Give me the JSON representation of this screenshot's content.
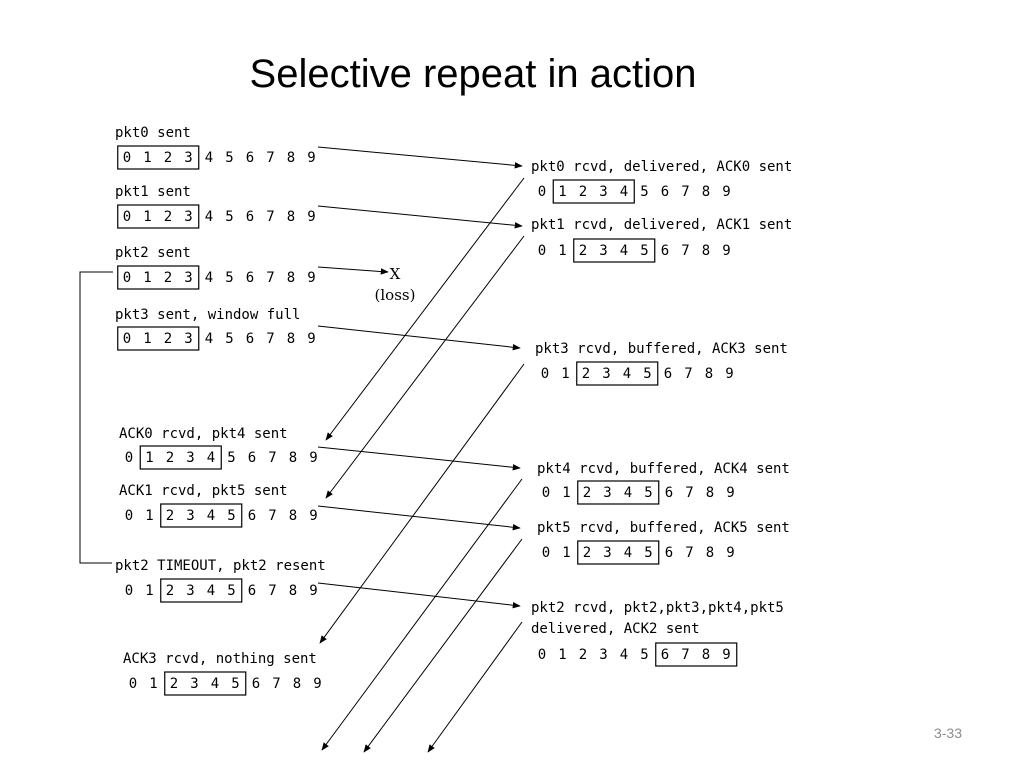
{
  "slide": {
    "title": "Selective repeat in action",
    "page_number": "3-33"
  },
  "sender": {
    "events": [
      {
        "label": "pkt0 sent",
        "window_start": 0
      },
      {
        "label": "pkt1 sent",
        "window_start": 0
      },
      {
        "label": "pkt2 sent",
        "window_start": 0
      },
      {
        "label": "pkt3 sent, window full",
        "window_start": 0
      },
      {
        "label": "ACK0 rcvd, pkt4 sent",
        "window_start": 1
      },
      {
        "label": "ACK1 rcvd, pkt5 sent",
        "window_start": 2
      },
      {
        "label": "pkt2 TIMEOUT, pkt2 resent",
        "window_start": 2
      },
      {
        "label": "ACK3 rcvd, nothing sent",
        "window_start": 2
      }
    ]
  },
  "receiver": {
    "events": [
      {
        "label": "pkt0 rcvd, delivered, ACK0 sent",
        "window_start": 1
      },
      {
        "label": "pkt1 rcvd, delivered, ACK1 sent",
        "window_start": 2
      },
      {
        "label": "pkt3 rcvd, buffered, ACK3 sent",
        "window_start": 2
      },
      {
        "label": "pkt4 rcvd, buffered, ACK4 sent",
        "window_start": 2
      },
      {
        "label": "pkt5 rcvd, buffered, ACK5 sent",
        "window_start": 2
      },
      {
        "label": "pkt2 rcvd, pkt2,pkt3,pkt4,pkt5",
        "label2": "delivered, ACK2 sent",
        "window_start": 6
      }
    ]
  },
  "sequence": [
    "0",
    "1",
    "2",
    "3",
    "4",
    "5",
    "6",
    "7",
    "8",
    "9"
  ],
  "window_size": 4,
  "loss": {
    "mark": "X",
    "label": "(loss)"
  }
}
